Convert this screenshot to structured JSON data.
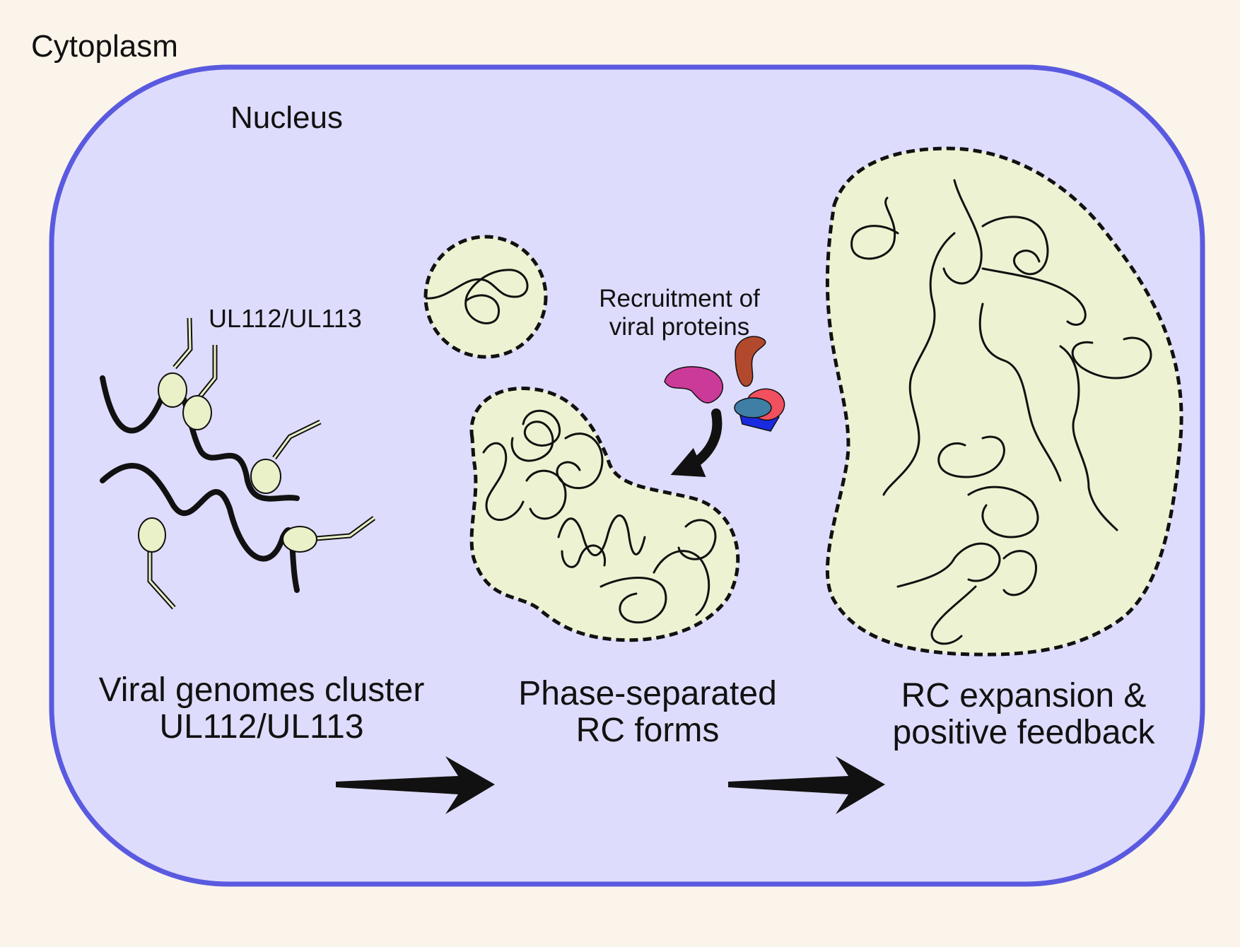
{
  "labels": {
    "cytoplasm": "Cytoplasm",
    "nucleus": "Nucleus",
    "protein_label": "UL112/UL113",
    "recruitment_line1": "Recruitment of",
    "recruitment_line2": "viral proteins",
    "step1_line1": "Viral genomes cluster",
    "step1_line2": "UL112/UL113",
    "step2_line1": "Phase-separated",
    "step2_line2": "RC forms",
    "step3_line1": "RC expansion &",
    "step3_line2": "positive feedback"
  },
  "colors": {
    "cytoplasm_bg": "#fbf4ea",
    "nucleus_fill": "#dedcfc",
    "nucleus_border": "#5a5ae0",
    "condensate_fill": "#edf3d2",
    "protein_ellipse_fill": "#eaf0c8",
    "protein_magenta": "#cc3a99",
    "protein_brown": "#b3492c",
    "protein_red": "#f2505f",
    "protein_blue": "#1a2ae0",
    "protein_teal": "#3f7fa6"
  },
  "icons": {
    "step_arrow": "arrow-right-icon",
    "curved_arrow": "curved-arrow-icon"
  }
}
